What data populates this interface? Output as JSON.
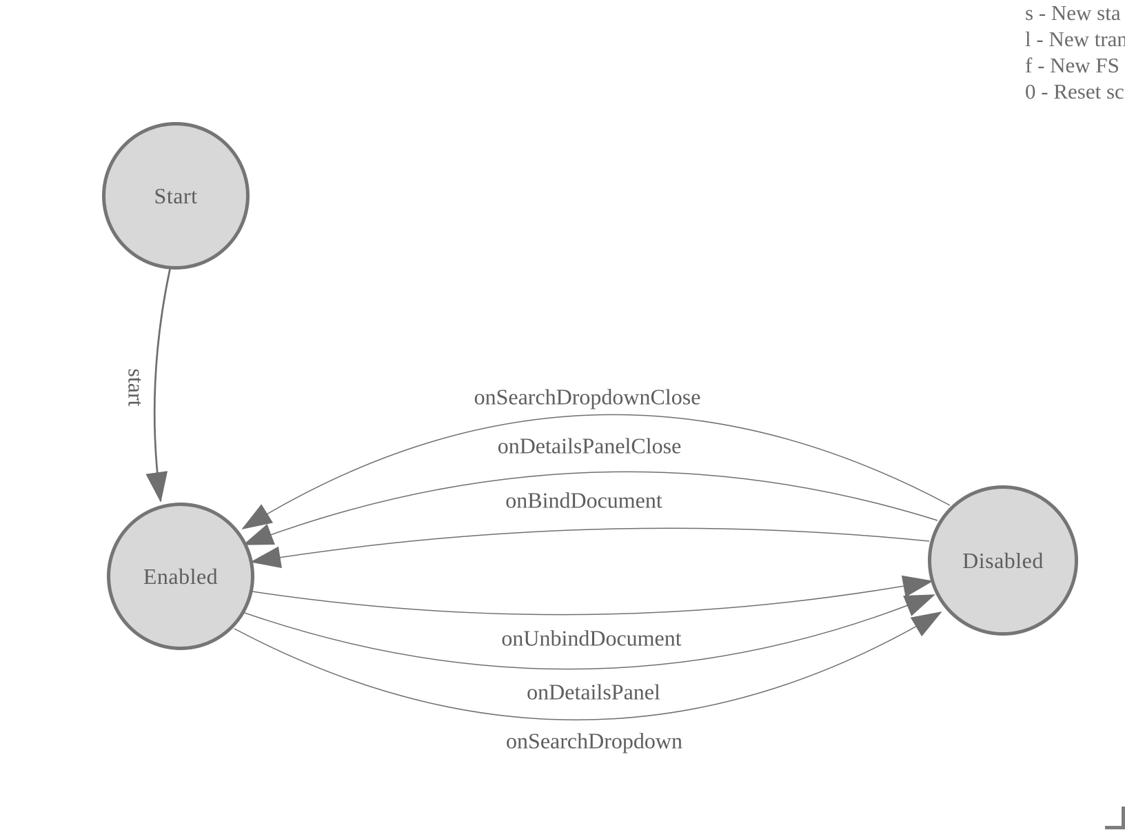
{
  "diagram": {
    "states": [
      {
        "id": "start",
        "label": "Start"
      },
      {
        "id": "enabled",
        "label": "Enabled"
      },
      {
        "id": "disabled",
        "label": "Disabled"
      }
    ],
    "transitions": [
      {
        "label": "start",
        "from": "Start",
        "to": "Enabled"
      },
      {
        "label": "onSearchDropdownClose",
        "from": "Disabled",
        "to": "Enabled"
      },
      {
        "label": "onDetailsPanelClose",
        "from": "Disabled",
        "to": "Enabled"
      },
      {
        "label": "onBindDocument",
        "from": "Disabled",
        "to": "Enabled"
      },
      {
        "label": "onUnbindDocument",
        "from": "Enabled",
        "to": "Disabled"
      },
      {
        "label": "onDetailsPanel",
        "from": "Enabled",
        "to": "Disabled"
      },
      {
        "label": "onSearchDropdown",
        "from": "Enabled",
        "to": "Disabled"
      }
    ]
  },
  "legend": {
    "items": [
      "s - New sta",
      "l - New tran",
      "f - New FS",
      "0 - Reset sc"
    ]
  },
  "colors": {
    "state_fill": "#d8d8d8",
    "state_stroke": "#757575",
    "edge_stroke": "#6f6f6f",
    "label_text": "#5e5e5e",
    "legend_text": "#6b6b6b"
  }
}
